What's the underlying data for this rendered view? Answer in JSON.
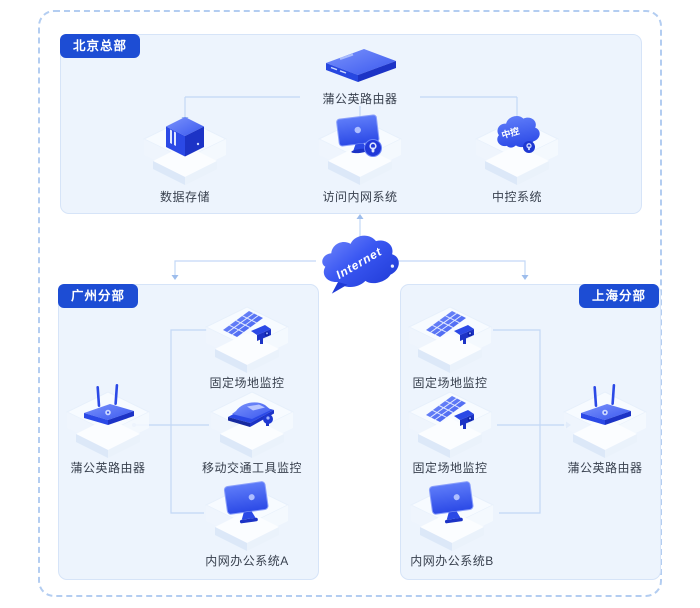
{
  "colors": {
    "badge_bg": "#1d4dd4",
    "panel_bg": "#edf4fd",
    "panel_border": "#d6e4f8",
    "outer_dashed_border": "#b3cdf1",
    "connector_line": "#c3d8f6",
    "icon_blue": "#3a58ef",
    "icon_dark_blue": "#1c33c6",
    "label_text": "#38404e"
  },
  "hq": {
    "badge": "北京总部",
    "router_label": "蒲公英路由器",
    "nodes": [
      {
        "label": "数据存储"
      },
      {
        "label": "访问内网系统"
      },
      {
        "label": "中控系统",
        "icon_text": "中控"
      }
    ]
  },
  "internet": {
    "label": "Internet"
  },
  "branches": [
    {
      "badge": "广州分部",
      "nodes": [
        {
          "label": "固定场地监控"
        },
        {
          "label": "蒲公英路由器"
        },
        {
          "label": "移动交通工具监控"
        },
        {
          "label": "内网办公系统A"
        }
      ]
    },
    {
      "badge": "上海分部",
      "nodes": [
        {
          "label": "固定场地监控"
        },
        {
          "label": "固定场地监控"
        },
        {
          "label": "蒲公英路由器"
        },
        {
          "label": "内网办公系统B"
        }
      ]
    }
  ]
}
